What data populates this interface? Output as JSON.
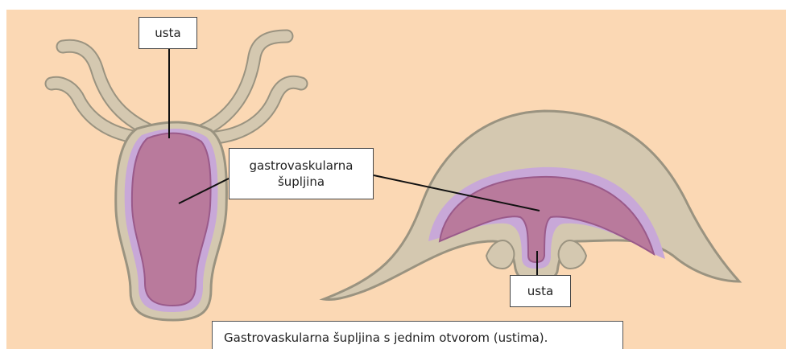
{
  "labels": {
    "mouth_top": "usta",
    "cavity_line1": "gastrovaskularna",
    "cavity_line2": "šupljina",
    "mouth_bottom": "usta"
  },
  "caption": "Gastrovaskularna šupljina s jednim otvorom (ustima).",
  "colors": {
    "background": "#fbd8b4",
    "body_wall": "#d4c8b0",
    "outline": "#9a9380",
    "inner_layer": "#c8a8d8",
    "cavity": "#b97a9c",
    "cavity_outline": "#9a5a8a",
    "leader_line": "#111111"
  }
}
